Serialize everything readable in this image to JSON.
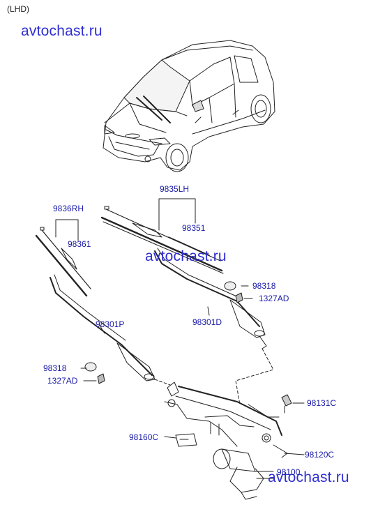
{
  "header": {
    "variant": "(LHD)"
  },
  "watermarks": [
    "avtochast.ru",
    "avtochast.ru",
    "avtochast.ru"
  ],
  "parts": {
    "p9835lh": "9835LH",
    "p98351": "98351",
    "p9836rh": "9836RH",
    "p98361": "98361",
    "p98318_top": "98318",
    "p1327ad_top": "1327AD",
    "p98301d": "98301D",
    "p98301p": "98301P",
    "p98318_bottom": "98318",
    "p1327ad_bottom": "1327AD",
    "p98131c": "98131C",
    "p98160c": "98160C",
    "p98120c": "98120C",
    "p98100": "98100"
  },
  "colors": {
    "label": "#1a1aa8",
    "watermark": "#2f2fd2",
    "line": "#222222"
  }
}
